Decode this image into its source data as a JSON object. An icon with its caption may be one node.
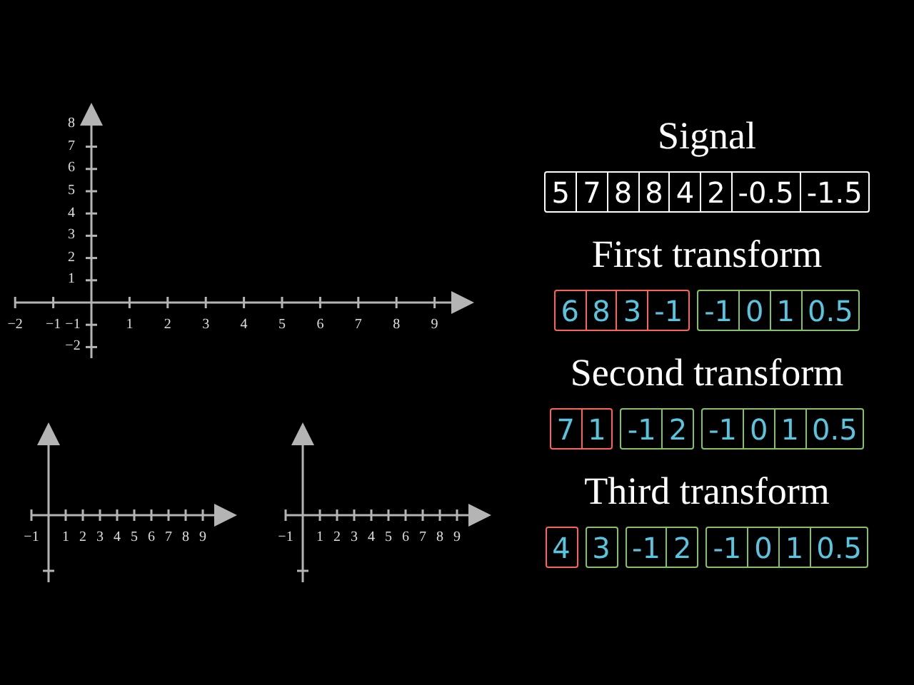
{
  "diagram": {
    "nodes": [
      {
        "text": [
          "Signal"
        ]
      },
      {
        "text": [],
        "shape": "box",
        "in": 0
      },
      {
        "text": [
          "5"
        ],
        "in": 1
      },
      {
        "text": [
          "7"
        ],
        "in": 1
      },
      {
        "text": [
          "8"
        ],
        "in": 1
      },
      {
        "text": [
          "8"
        ],
        "in": 1
      },
      {
        "text": [
          "4"
        ],
        "in": 1
      },
      {
        "text": [
          "2"
        ],
        "in": 1
      },
      {
        "text": [
          "-0.5"
        ],
        "in": 1
      },
      {
        "text": [
          "-1.5"
        ],
        "in": 1
      },
      {
        "text": [
          "First transform"
        ]
      },
      {
        "text": [],
        "shape": "box",
        "in": 10
      },
      {
        "text": [
          "6"
        ],
        "in": 11
      },
      {
        "text": [
          "8"
        ],
        "in": 11
      },
      {
        "text": [
          "3"
        ],
        "in": 11
      },
      {
        "text": [
          "-1"
        ],
        "in": 11
      },
      {
        "text": [],
        "shape": "box",
        "in": 10
      },
      {
        "text": [
          "-1"
        ],
        "in": 16
      },
      {
        "text": [
          "0"
        ],
        "in": 16
      },
      {
        "text": [
          "1"
        ],
        "in": 16
      },
      {
        "text": [
          "0.5"
        ],
        "in": 16
      },
      {
        "text": [
          "Second transform"
        ]
      },
      {
        "text": [],
        "shape": "box",
        "in": 21
      },
      {
        "text": [
          "7"
        ],
        "in": 22
      },
      {
        "text": [
          "1"
        ],
        "in": 22
      },
      {
        "text": [],
        "shape": "box",
        "in": 21
      },
      {
        "text": [
          "-1"
        ],
        "in": 25
      },
      {
        "text": [
          "2"
        ],
        "in": 25
      },
      {
        "text": [],
        "shape": "box",
        "in": 21
      },
      {
        "text": [
          "-1"
        ],
        "in": 28
      },
      {
        "text": [
          "0"
        ],
        "in": 28
      },
      {
        "text": [
          "1"
        ],
        "in": 28
      },
      {
        "text": [
          "0.5"
        ],
        "in": 28
      },
      {
        "text": [
          "Third transform"
        ]
      },
      {
        "text": [],
        "shape": "box",
        "in": 33
      },
      {
        "text": [
          "4"
        ],
        "in": 34
      },
      {
        "text": [],
        "shape": "box",
        "in": 33
      },
      {
        "text": [
          "3"
        ],
        "in": 36
      },
      {
        "text": [],
        "shape": "box",
        "in": 33
      },
      {
        "text": [
          "-1"
        ],
        "in": 38
      },
      {
        "text": [
          "2"
        ],
        "in": 38
      },
      {
        "text": [],
        "shape": "box",
        "in": 33
      },
      {
        "text": [
          "-1"
        ],
        "in": 41
      },
      {
        "text": [
          "0"
        ],
        "in": 41
      },
      {
        "text": [
          "1"
        ],
        "in": 41
      },
      {
        "text": [
          "0.5"
        ],
        "in": 41
      }
    ],
    "labels": [
      "8",
      "7",
      "6",
      "5",
      "4",
      "3",
      "2",
      "1",
      "−2",
      "−1",
      "−1",
      "1",
      "2",
      "3",
      "4",
      "5",
      "6",
      "7",
      "8",
      "9",
      "−2",
      "−1",
      "1",
      "2",
      "3",
      "4",
      "5",
      "6",
      "7",
      "8",
      "9",
      "−1",
      "1",
      "2",
      "3",
      "4",
      "5",
      "6",
      "7",
      "8",
      "9"
    ]
  }
}
